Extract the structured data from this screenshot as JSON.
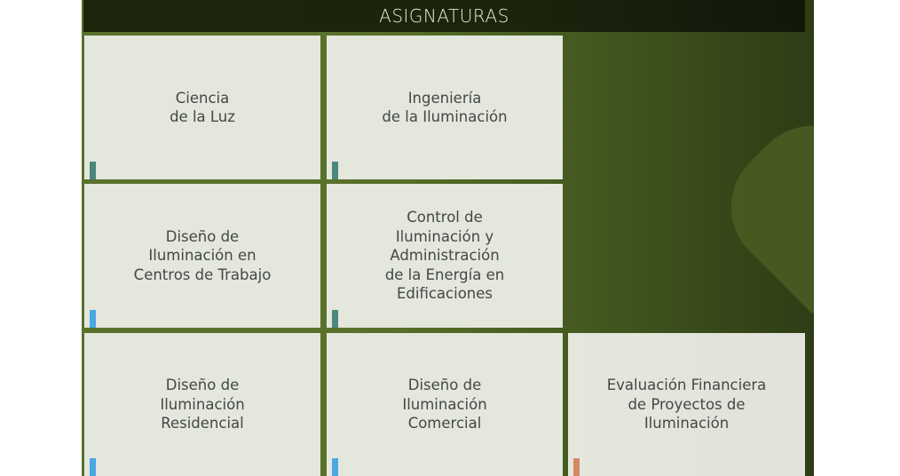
{
  "header": {
    "title": "ASIGNATURAS"
  },
  "colors": {
    "panel_green": "#5a712c",
    "header_dark": "#1d260d",
    "tile_bg": "#e4e7dc",
    "text": "#444747",
    "accent_teal": "#4b877c",
    "accent_blue": "#4aa8e3",
    "accent_orange": "#d68a64"
  },
  "tiles": [
    {
      "label": "Ciencia\nde la Luz",
      "accent": "teal"
    },
    {
      "label": "Ingeniería\nde la Iluminación",
      "accent": "teal"
    },
    {
      "label": "Diseño de\nIluminación en\nCentros de Trabajo",
      "accent": "blue"
    },
    {
      "label": "Control de\nIluminación y\nAdministración\nde la Energía en\nEdificaciones",
      "accent": "teal"
    },
    {
      "label": "Diseño de\nIluminación\nResidencial",
      "accent": "blue"
    },
    {
      "label": "Diseño de\nIluminación\nComercial",
      "accent": "blue"
    },
    {
      "label": "Evaluación Financiera\nde Proyectos de\nIluminación",
      "accent": "orange"
    }
  ]
}
